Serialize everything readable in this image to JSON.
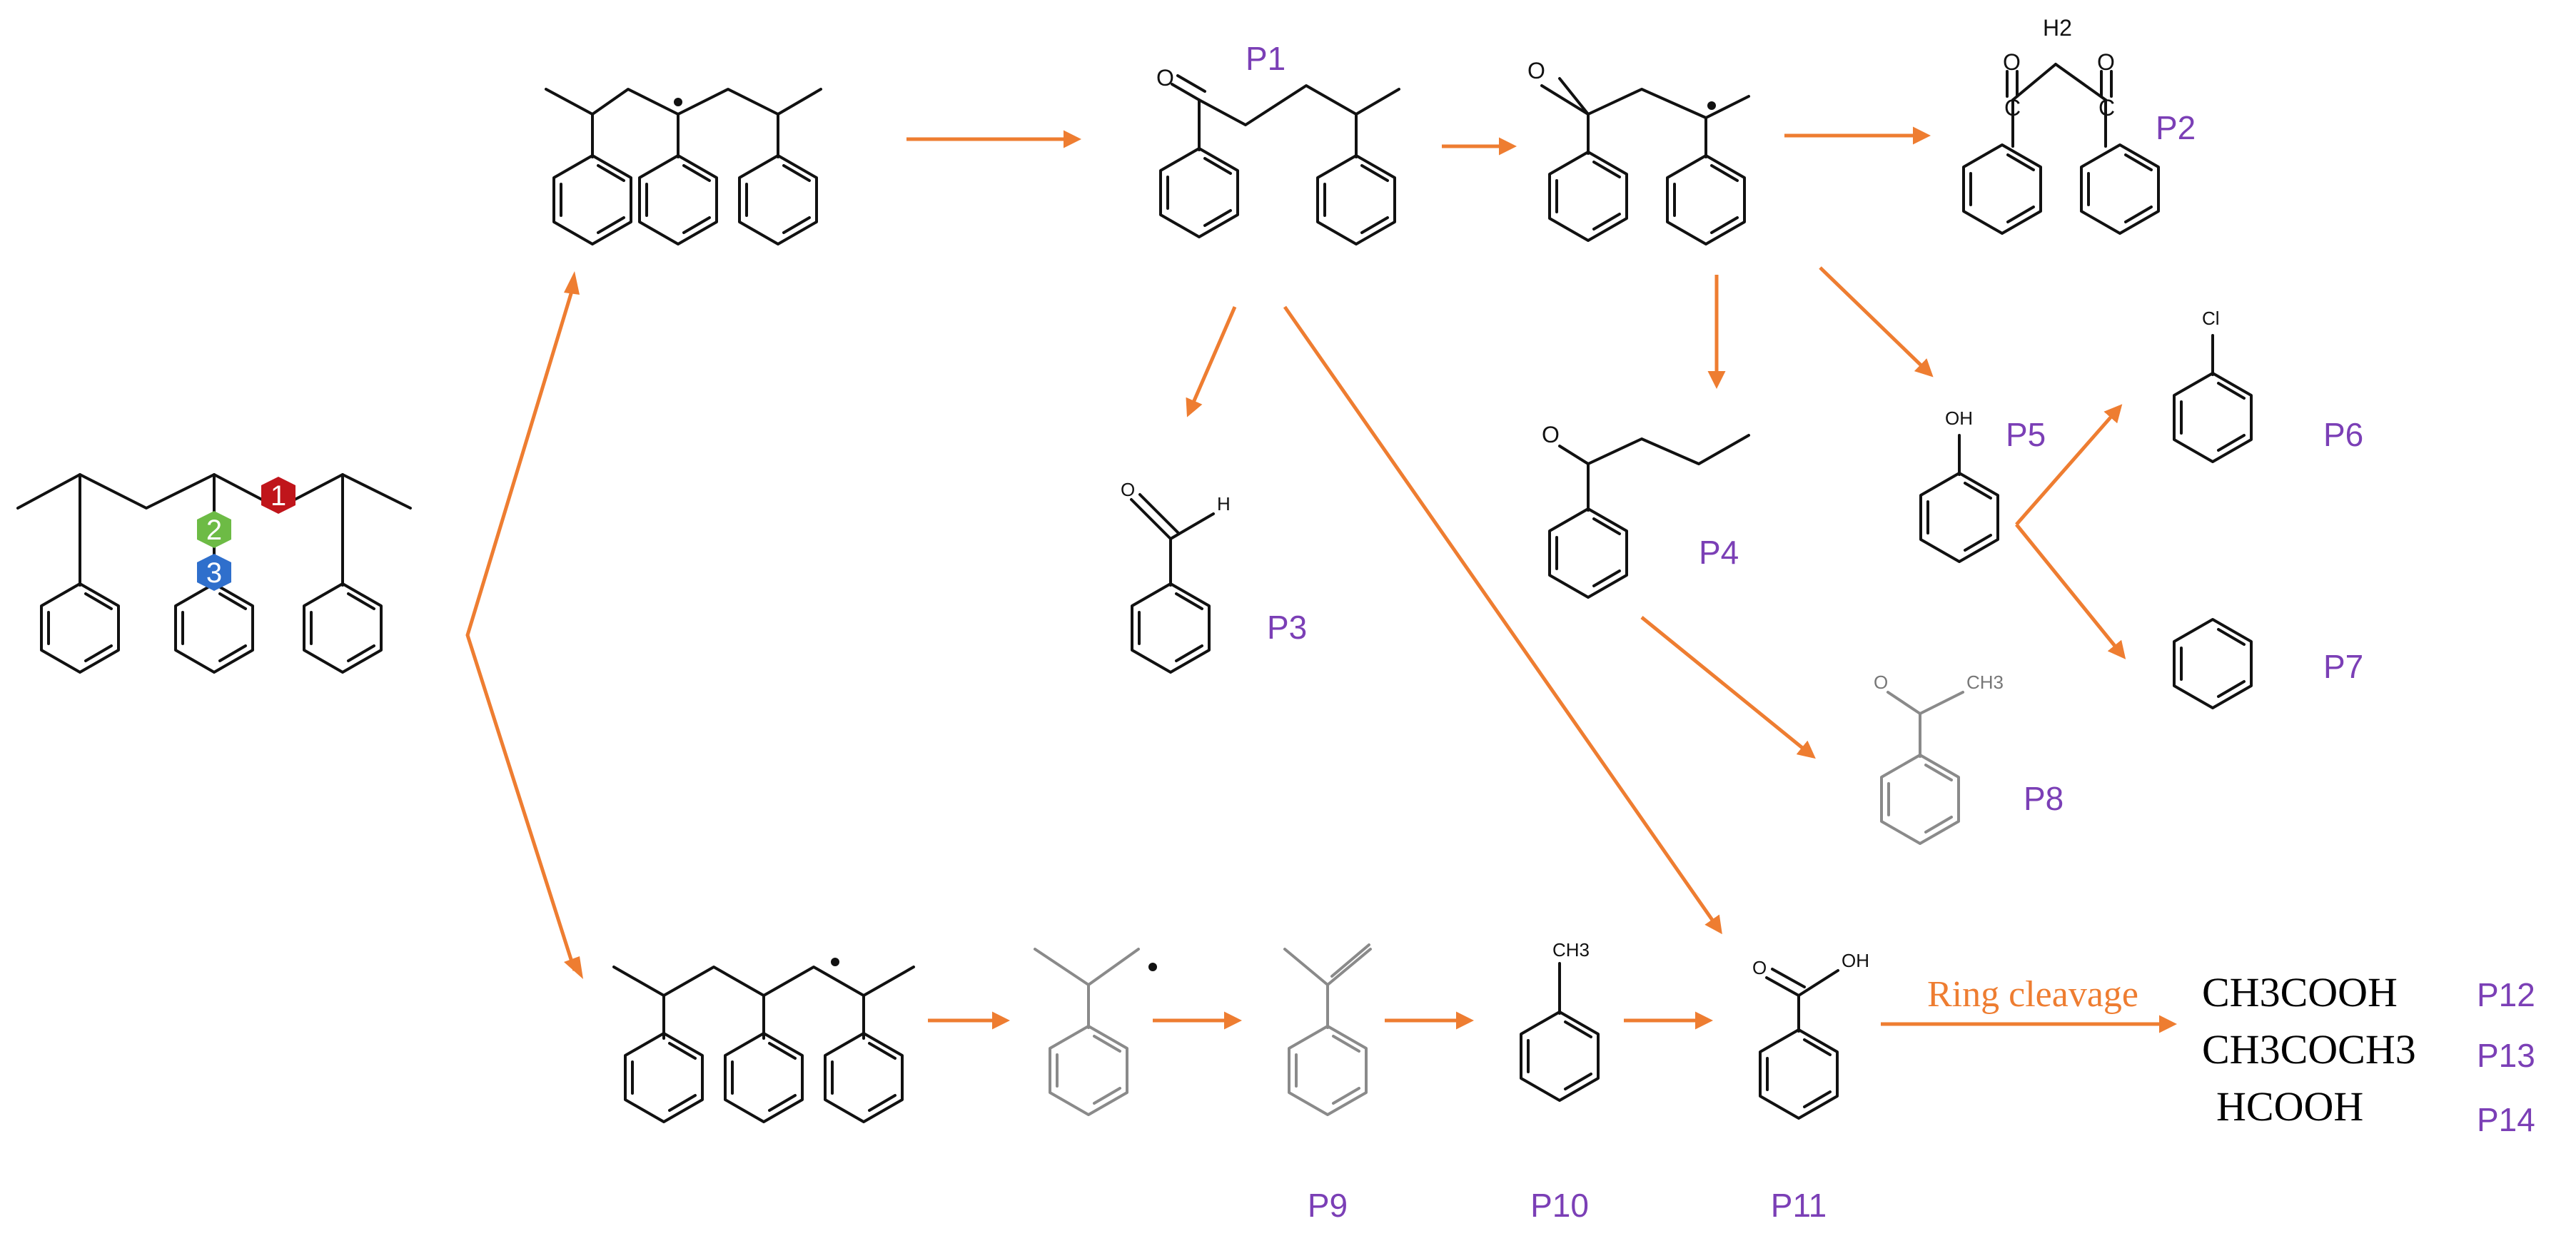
{
  "products": {
    "p1": "P1",
    "p2": "P2",
    "p3": "P3",
    "p4": "P4",
    "p5": "P5",
    "p6": "P6",
    "p7": "P7",
    "p8": "P8",
    "p9": "P9",
    "p10": "P10",
    "p11": "P11",
    "p12": "P12",
    "p13": "P13",
    "p14": "P14"
  },
  "atoms": {
    "h2": "H2",
    "o": "O",
    "c": "C",
    "h": "H",
    "oh": "OH",
    "cl": "Cl",
    "ch3": "CH3"
  },
  "attack_sites": [
    "1",
    "2",
    "3"
  ],
  "site_colors": {
    "site1": "#c0151b",
    "site2": "#6dbb45",
    "site3": "#2f6fcc"
  },
  "ring_cleavage_label": "Ring cleavage",
  "small_molecules": {
    "acetic_acid": "CH3COOH",
    "acetone": "CH3COCH3",
    "formic_acid": "HCOOH"
  },
  "colors": {
    "arrow": "#ee7d31",
    "product_label": "#7b3fb6"
  }
}
